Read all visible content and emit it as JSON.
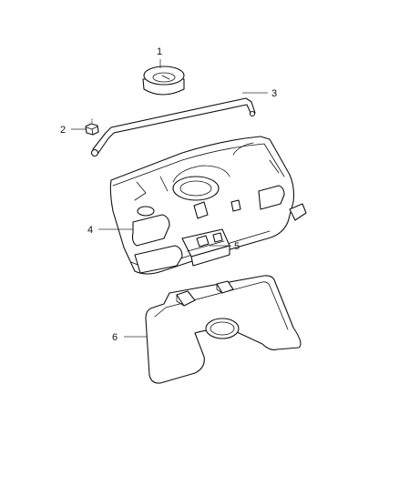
{
  "diagram": {
    "callouts": [
      {
        "id": "1",
        "part": "fuel-pump-lock-ring"
      },
      {
        "id": "2",
        "part": "strap-nut"
      },
      {
        "id": "3",
        "part": "fuel-tank-strap"
      },
      {
        "id": "4",
        "part": "fuel-tank"
      },
      {
        "id": "5",
        "part": "tank-bracket"
      },
      {
        "id": "6",
        "part": "heat-shield"
      }
    ],
    "colors": {
      "line": "#111111",
      "background": "#ffffff"
    }
  }
}
